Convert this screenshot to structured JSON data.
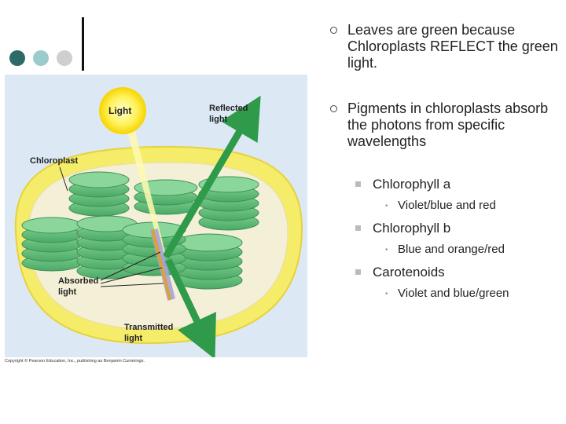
{
  "decor": {
    "dot_colors": [
      "#2e6b68",
      "#9ccbcc",
      "#cfcfcf"
    ]
  },
  "figure": {
    "labels": {
      "light": "Light",
      "reflected_1": "Reflected",
      "reflected_2": "light",
      "chloroplast": "Chloroplast",
      "absorbed_1": "Absorbed",
      "absorbed_2": "light",
      "transmitted_1": "Transmitted",
      "transmitted_2": "light"
    },
    "credit": "Copyright © Pearson Education, Inc., publishing as Benjamin Cummings."
  },
  "bullets": [
    {
      "text": "Leaves are green because Chloroplasts REFLECT the green light."
    },
    {
      "text": "Pigments in chloroplasts absorb the photons from specific wavelengths"
    }
  ],
  "pigments": [
    {
      "name": "Chlorophyll a",
      "detail": "Violet/blue and red"
    },
    {
      "name": "Chlorophyll b",
      "detail": "Blue and orange/red"
    },
    {
      "name": "Carotenoids",
      "detail": "Violet and blue/green"
    }
  ]
}
